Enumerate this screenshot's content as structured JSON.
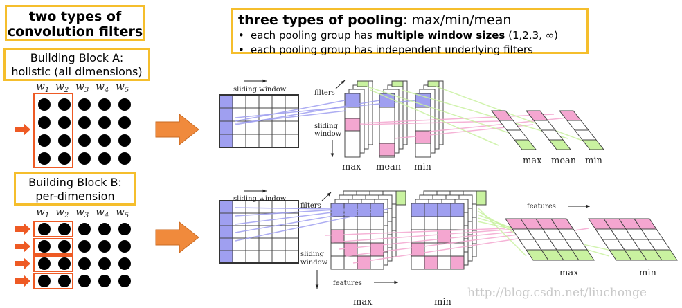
{
  "left": {
    "filters_title": [
      "two types of",
      "convolution filters"
    ],
    "block_a": [
      "Building Block A:",
      "holistic (all dimensions)"
    ],
    "block_b": [
      "Building Block B:",
      "per-dimension"
    ],
    "w_labels": [
      "w1",
      "w2",
      "w3",
      "w4",
      "w5"
    ]
  },
  "pooling": {
    "title_bold": "three types of pooling",
    "title_rest": ": max/min/mean",
    "line1_pre": "each pooling group has ",
    "line1_bold": "multiple window sizes",
    "line1_post": " (1,2,3, ∞)",
    "line2": "each pooling group has independent underlying filters"
  },
  "top_diagram": {
    "sliding_window": "sliding window",
    "filters": "filters",
    "sliding_window_vertical": [
      "sliding",
      "window"
    ],
    "pool_labels": [
      "max",
      "mean",
      "min"
    ],
    "output_labels": [
      "max",
      "mean",
      "min"
    ]
  },
  "bottom_diagram": {
    "sliding_window": "sliding window",
    "filters": "filters",
    "sliding_window_vertical": [
      "sliding",
      "window"
    ],
    "features_bottom": "features",
    "features_top": "features",
    "pool_labels": [
      "max",
      "min"
    ],
    "output_labels": [
      "max",
      "min"
    ]
  },
  "watermark": "http://blog.csdn.net/liuchonge",
  "colors": {
    "border": "#f5be2c",
    "arrow": "#f08a3c",
    "red_arrow": "#ee5a24",
    "blue": "#9f9ff0",
    "pink": "#f4a6d0",
    "green": "#c9f2a0"
  }
}
